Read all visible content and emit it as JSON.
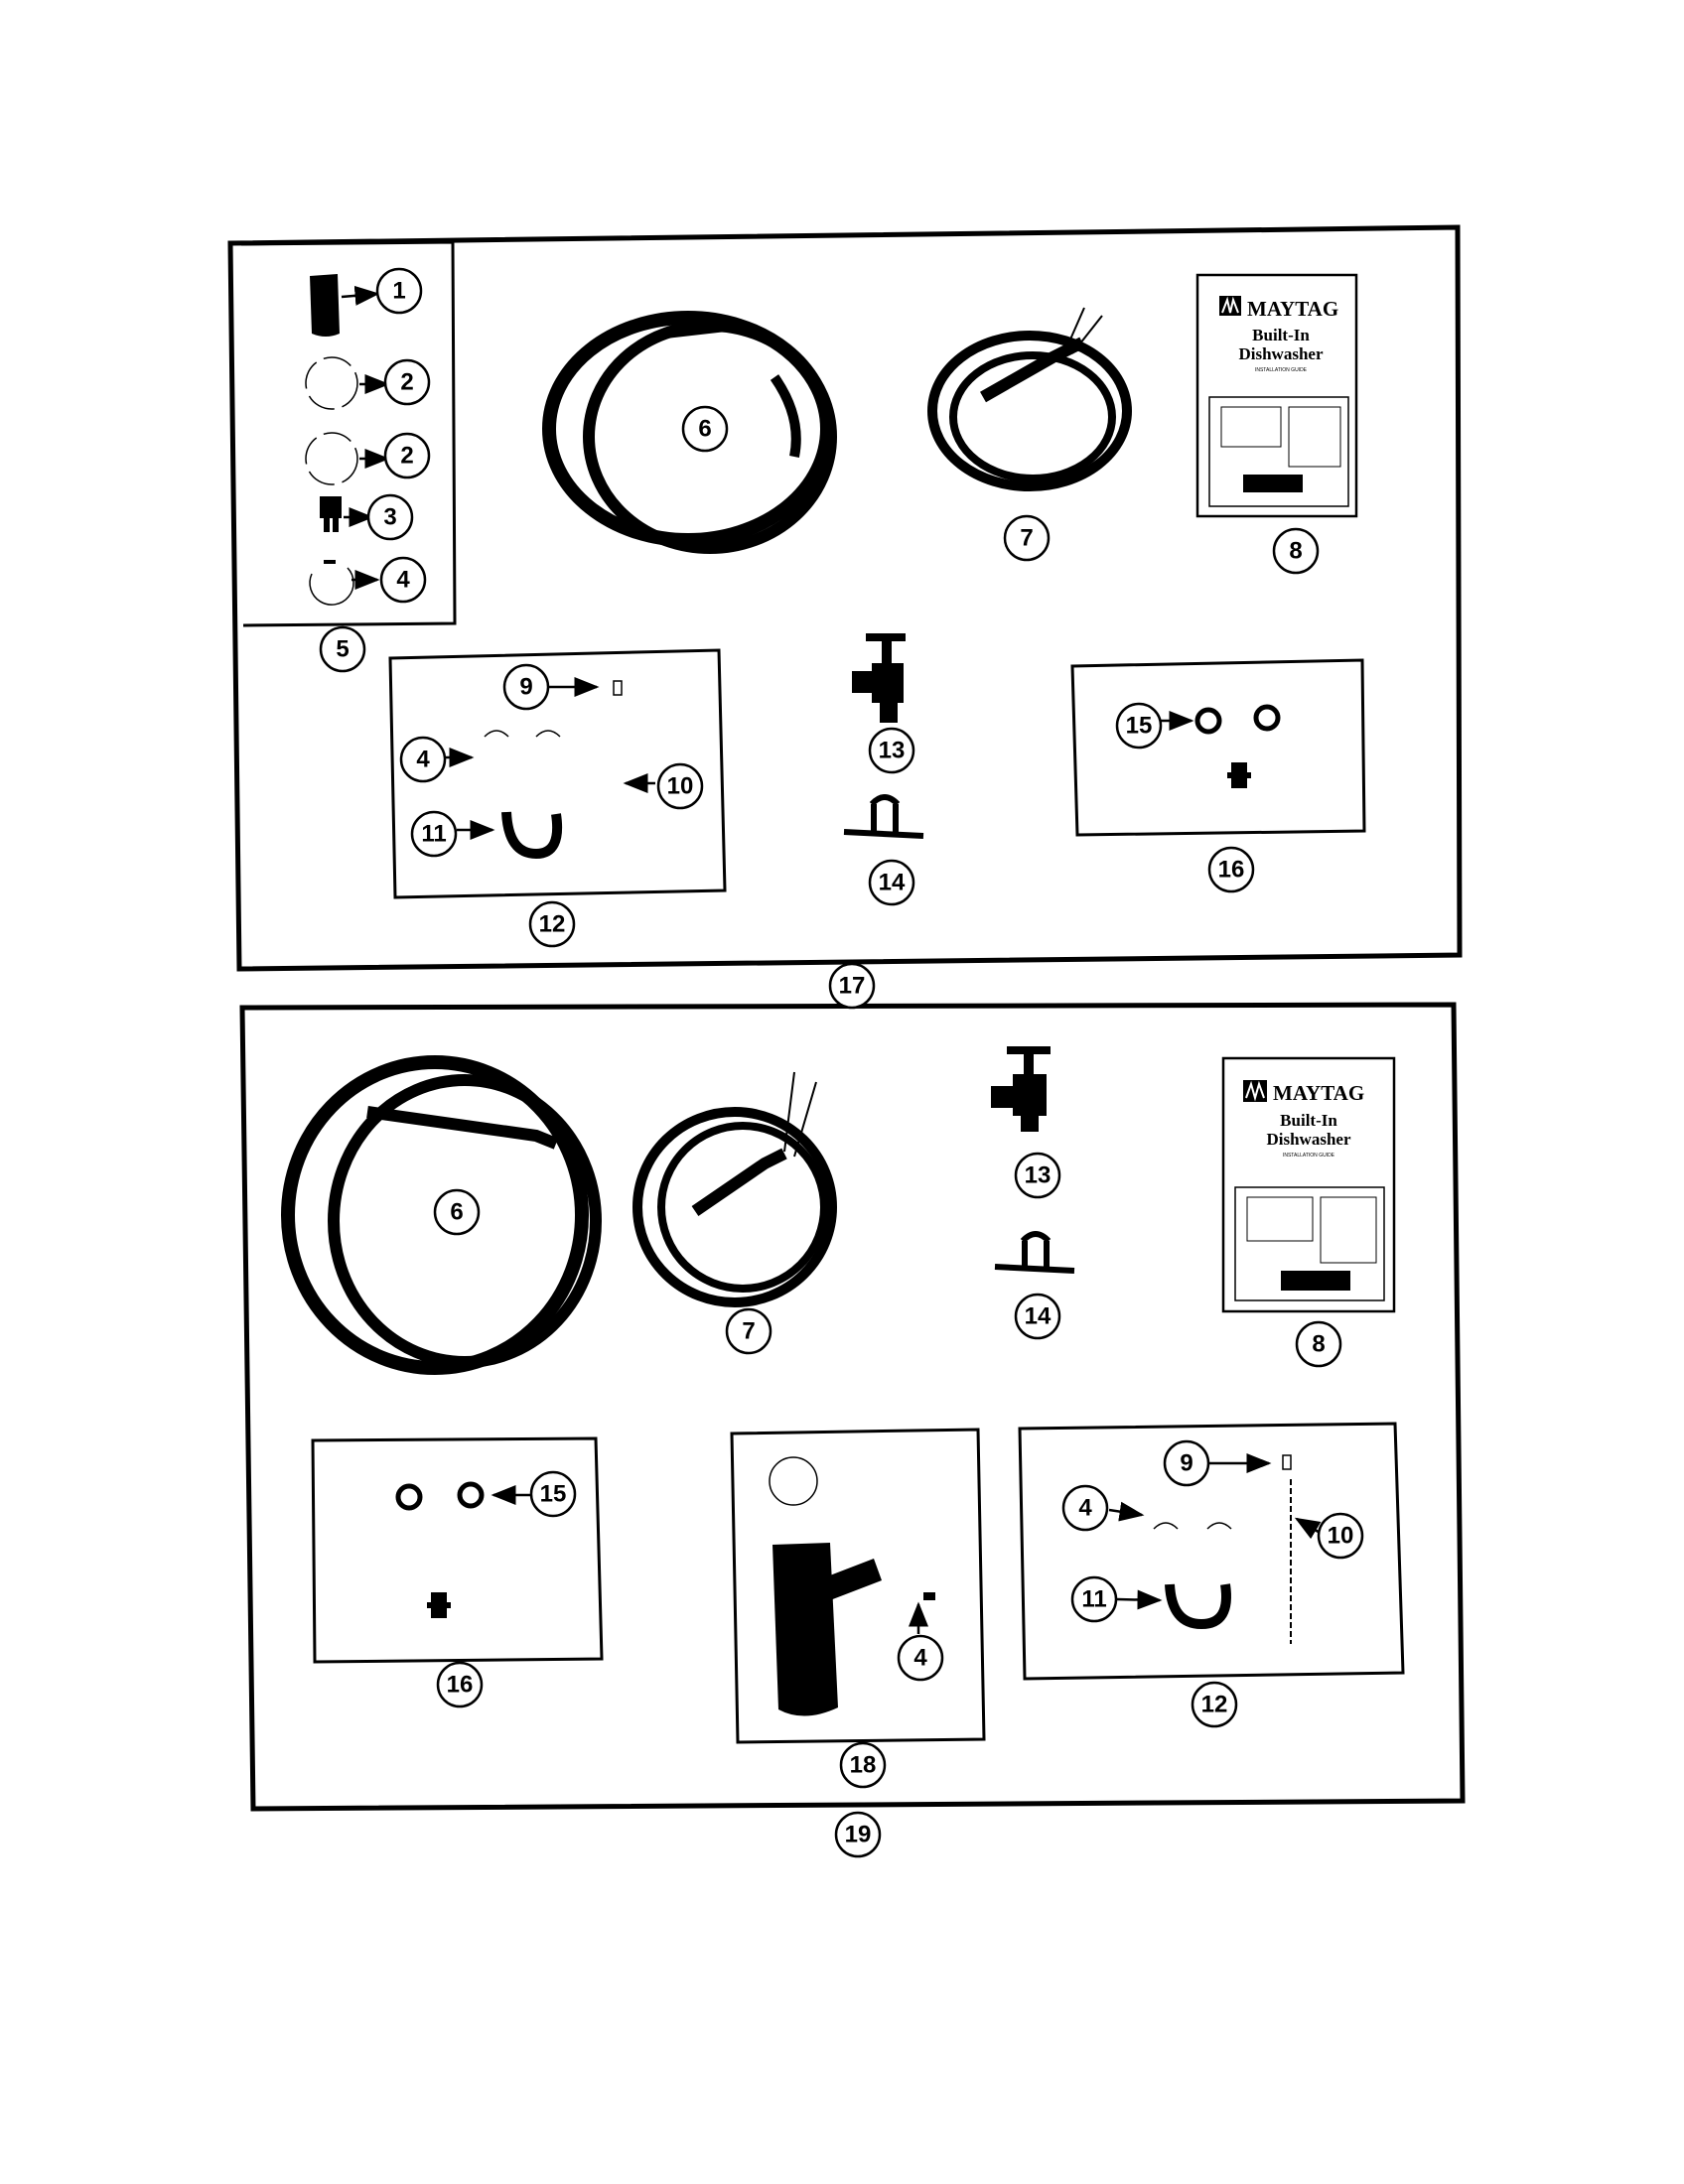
{
  "diagram": {
    "manual_brand": "MAYTAG",
    "manual_title_line1": "Built-In",
    "manual_title_line2": "Dishwasher",
    "manual_subtitle": "INSTALLATION GUIDE",
    "kit_a": {
      "kit_number": "17",
      "bag_5": "5",
      "bag_12": "12",
      "bag_16": "16",
      "item_1": "1",
      "item_2a": "2",
      "item_2b": "2",
      "item_3": "3",
      "item_4": "4",
      "item_6": "6",
      "item_7": "7",
      "item_8": "8",
      "item_9": "9",
      "item_4b": "4",
      "item_10": "10",
      "item_11": "11",
      "item_13": "13",
      "item_14": "14",
      "item_15": "15"
    },
    "kit_b": {
      "kit_number": "19",
      "item_6": "6",
      "item_7": "7",
      "item_13": "13",
      "item_14": "14",
      "item_8": "8",
      "bag_16": "16",
      "item_15": "15",
      "bag_18": "18",
      "item_4a": "4",
      "bag_12": "12",
      "item_9": "9",
      "item_4b": "4",
      "item_10": "10",
      "item_11": "11"
    }
  }
}
